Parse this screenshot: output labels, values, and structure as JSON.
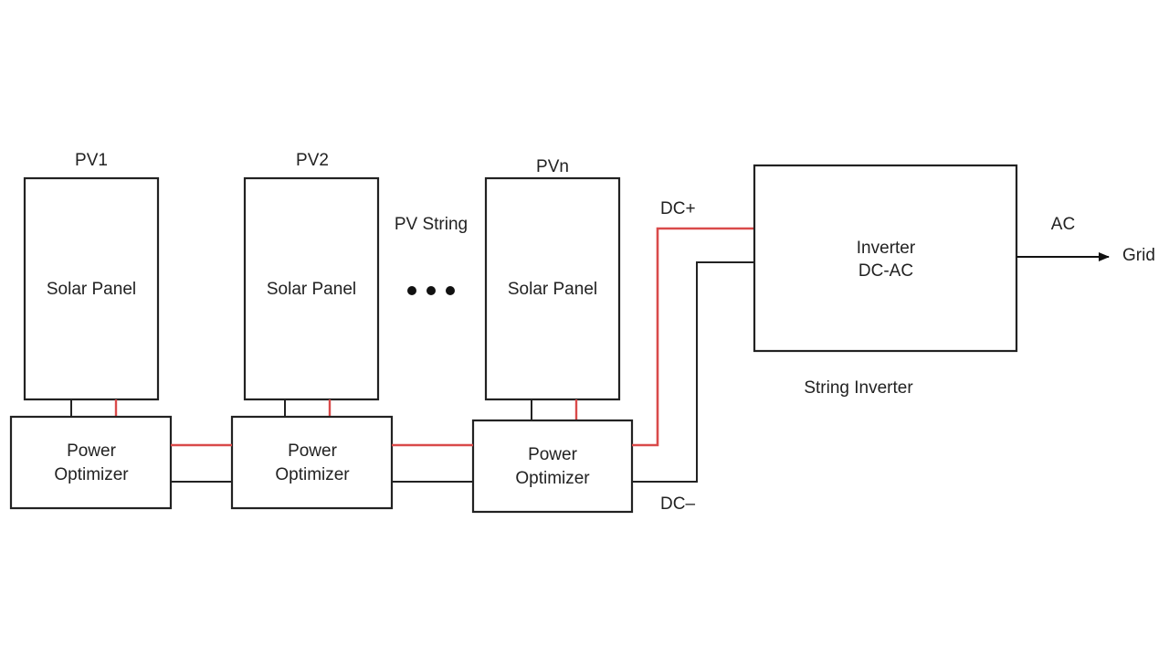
{
  "panels": [
    {
      "id": "PV1",
      "label": "Solar Panel"
    },
    {
      "id": "PV2",
      "label": "Solar Panel"
    },
    {
      "id": "PVn",
      "label": "Solar Panel"
    }
  ],
  "optimizers": [
    {
      "line1": "Power",
      "line2": "Optimizer"
    },
    {
      "line1": "Power",
      "line2": "Optimizer"
    },
    {
      "line1": "Power",
      "line2": "Optimizer"
    }
  ],
  "string_label": "PV String",
  "ellipsis": "•••",
  "inverter": {
    "line1": "Inverter",
    "line2": "DC-AC",
    "caption": "String Inverter"
  },
  "wires": {
    "dc_plus": "DC+",
    "dc_minus": "DC–"
  },
  "output": {
    "ac": "AC",
    "grid": "Grid"
  },
  "colors": {
    "positive_wire": "#d94a4a",
    "negative_wire": "#222222",
    "box_stroke": "#222222"
  }
}
